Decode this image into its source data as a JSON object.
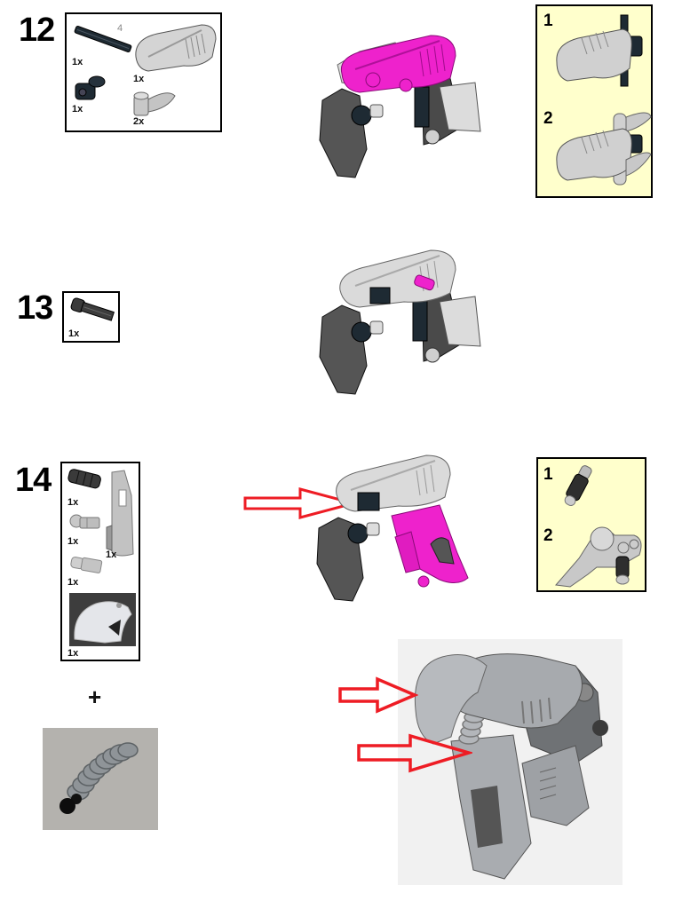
{
  "colors": {
    "callout_bg": "#ffffcc",
    "highlight": "#ee22cc",
    "arrow": "#ee1c24",
    "dark_part": "#1e2a33",
    "gray_part": "#d0d0d0",
    "mid_gray": "#555555"
  },
  "steps": [
    {
      "number": "12",
      "parts": [
        {
          "name": "axle-4",
          "qty": "1x",
          "length_label": "4"
        },
        {
          "name": "shell-piece",
          "qty": "1x"
        },
        {
          "name": "axle-pin-connector",
          "qty": "1x"
        },
        {
          "name": "tooth-piece",
          "qty": "2x"
        }
      ],
      "subassembly": {
        "steps": [
          {
            "label": "1"
          },
          {
            "label": "2"
          }
        ]
      }
    },
    {
      "number": "13",
      "parts": [
        {
          "name": "axle-pin",
          "qty": "1x"
        }
      ]
    },
    {
      "number": "14",
      "parts": [
        {
          "name": "pin-3l-dark",
          "qty": "1x"
        },
        {
          "name": "ball-pin",
          "qty": "1x"
        },
        {
          "name": "panel-piece",
          "qty": "1x"
        },
        {
          "name": "ball-pin-light",
          "qty": "1x"
        },
        {
          "name": "silver-mask-photo",
          "qty": "1x"
        }
      ],
      "subassembly": {
        "steps": [
          {
            "label": "1"
          },
          {
            "label": "2"
          }
        ]
      },
      "extra": {
        "plus_label": "+",
        "photo_part": "ribbed-tube-with-ball"
      }
    }
  ]
}
